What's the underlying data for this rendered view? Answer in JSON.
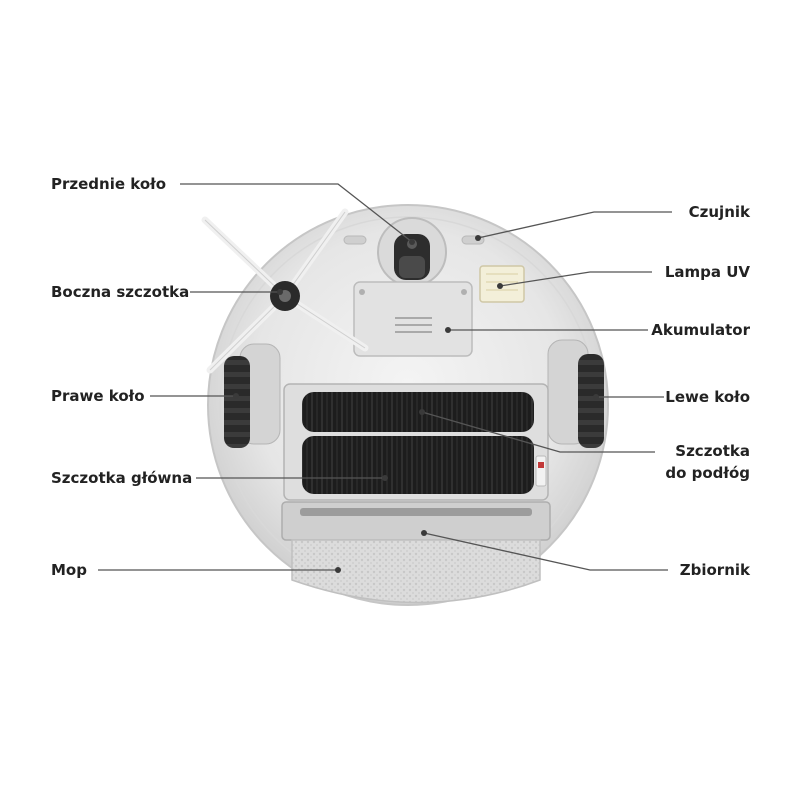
{
  "labels": {
    "przednie_kolo": "Przednie koło",
    "boczna_szczotka": "Boczna szczotka",
    "prawe_kolo": "Prawe koło",
    "szczotka_glowna": "Szczotka główna",
    "mop": "Mop",
    "czujnik": "Czujnik",
    "lampa_uv": "Lampa UV",
    "akumulator": "Akumulator",
    "lewe_kolo": "Lewe koło",
    "szczotka_podlog_line1": "Szczotka",
    "szczotka_podlog_line2": "do podłóg",
    "zbiornik": "Zbiornik"
  },
  "colors": {
    "body": "#e9e9e9",
    "body_edge": "#c9c9c9",
    "wheel": "#2b2b2b",
    "brush": "#1f1f1f",
    "mop": "#d8d8d8",
    "leader_line": "#555555",
    "text": "#222222"
  }
}
